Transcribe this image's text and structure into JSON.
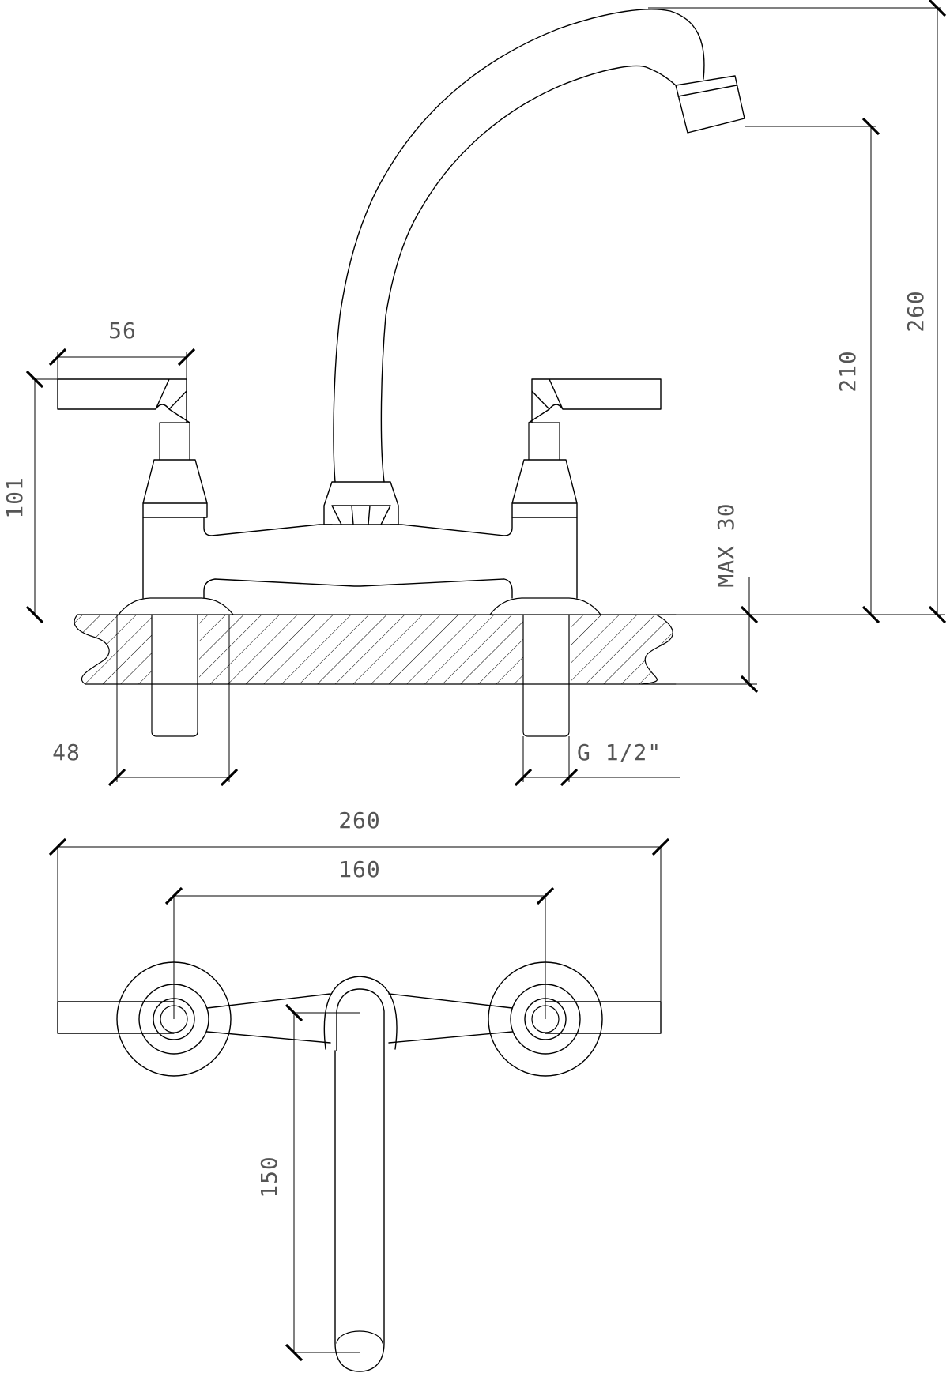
{
  "dimensions": {
    "spout_height_total": "260",
    "spout_outlet_height": "210",
    "handle_height": "101",
    "handle_width": "56",
    "max_deck_thickness": "MAX 30",
    "shank_diameter": "48",
    "thread_size": "G 1/2\"",
    "overall_width": "260",
    "center_distance": "160",
    "spout_reach": "150"
  }
}
